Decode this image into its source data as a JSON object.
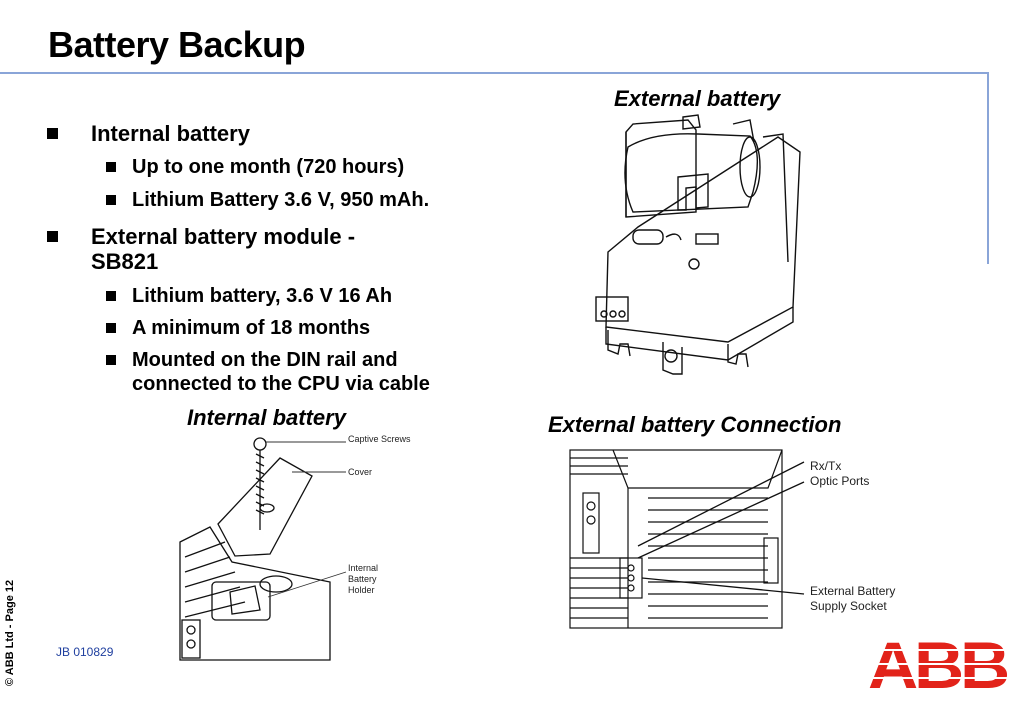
{
  "title": "Battery Backup",
  "bullets": {
    "internal": {
      "label": "Internal battery",
      "items": [
        "Up to one month (720 hours)",
        "Lithium Battery 3.6 V, 950 mAh."
      ]
    },
    "external": {
      "label_line1": "External battery module -",
      "label_line2": "SB821",
      "items": [
        "Lithium battery, 3.6 V 16 Ah",
        "A minimum of 18 months",
        "Mounted on the DIN rail and",
        "connected to the CPU via cable"
      ]
    }
  },
  "captions": {
    "external_battery": "External battery",
    "internal_battery": "Internal battery",
    "external_connection": "External battery Connection"
  },
  "internal_labels": {
    "captive_screws": "Captive Screws",
    "cover": "Cover",
    "holder_1": "Internal",
    "holder_2": "Battery",
    "holder_3": "Holder"
  },
  "connection_labels": {
    "rx_1": "Rx/Tx",
    "rx_2": "Optic Ports",
    "ext_1": "External Battery",
    "ext_2": "Supply Socket"
  },
  "footer": {
    "copyright": "© ABB Ltd - Page 12",
    "code": "JB 010829",
    "logo": "ABB"
  },
  "colors": {
    "rule": "#8aa5d8",
    "logo": "#e2231a",
    "code": "#1f3f9f"
  }
}
